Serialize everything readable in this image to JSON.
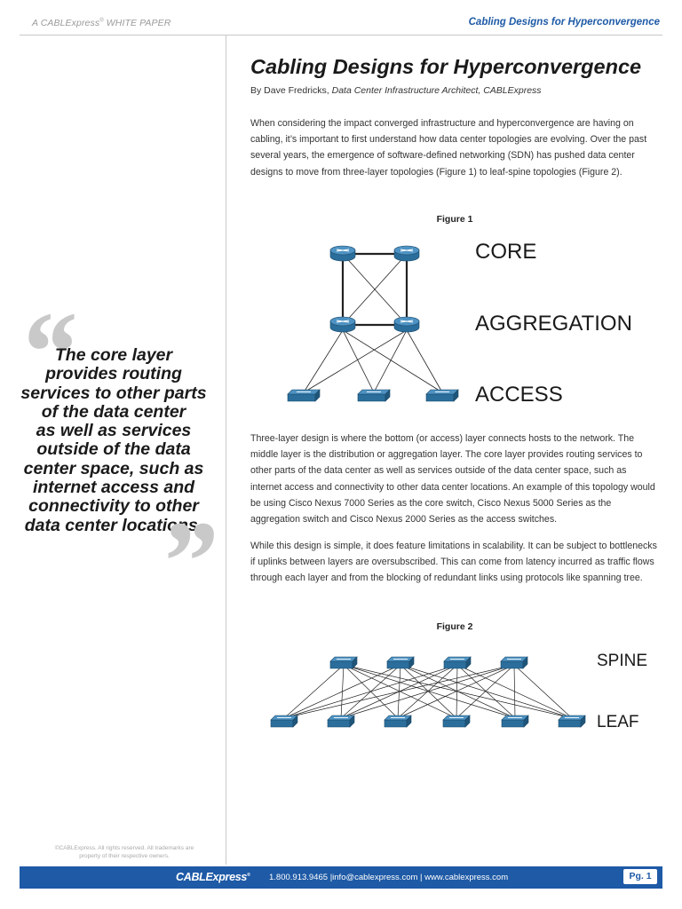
{
  "header": {
    "left_prefix": "A CABLExpress",
    "left_reg": "®",
    "left_suffix": " WHITE PAPER",
    "right": "Cabling Designs for Hyperconvergence"
  },
  "sidebar": {
    "quote_open": "“",
    "quote_close": "”",
    "pull_quote_lines": [
      "The core layer",
      "provides routing",
      "services to other parts",
      "of the data center",
      "as well as services",
      "outside of the data",
      "center space, such as",
      "internet access and",
      "connectivity to other",
      "data center locations."
    ],
    "copyright_lines": [
      "©CABLExpress. All rights reserved. All trademarks are",
      "property of their respective owners."
    ]
  },
  "article": {
    "title": "Cabling Designs for Hyperconvergence",
    "byline_prefix": "By Dave Fredricks, ",
    "byline_role": "Data Center Infrastructure Architect, CABLExpress",
    "para1": "When considering the impact converged infrastructure and hyperconvergence are having on cabling, it’s important to first understand how data center topologies are evolving. Over the past several years, the emergence of software-defined networking (SDN) has pushed data center designs to move from three-layer topologies (Figure 1) to leaf-spine topologies (Figure 2).",
    "para2": "Three-layer design is where the bottom (or access) layer connects hosts to the network. The middle layer is the distribution or aggregation layer. The core layer provides routing services to other parts of the data center as well as services outside of the data center space, such as internet access and connectivity to other data center locations. An example of this topology would be using Cisco Nexus 7000 Series as the core switch, Cisco Nexus 5000 Series as the aggregation switch and Cisco Nexus 2000 Series as the access switches.",
    "para3": "While this design is simple, it does feature limitations in scalability. It can be subject to bottlenecks if uplinks between layers are oversubscribed. This can come from latency incurred as traffic flows through each layer and from the blocking of redundant links using protocols like spanning tree."
  },
  "figure1": {
    "caption": "Figure 1",
    "labels": {
      "core": "CORE",
      "aggregation": "AGGREGATION",
      "access": "ACCESS"
    },
    "icons": {
      "router": "router-icon",
      "switch": "switch-icon"
    }
  },
  "figure2": {
    "caption": "Figure 2",
    "labels": {
      "spine": "SPINE",
      "leaf": "LEAF"
    },
    "icons": {
      "switch": "switch-icon"
    }
  },
  "footer": {
    "logo": "CABLExpress",
    "logo_mark": "®",
    "phone": "1.800.913.9465",
    "sep": "|",
    "email": "info@cablexpress.com",
    "website": "www.cablexpress.com",
    "page": "Pg. 1"
  },
  "colors": {
    "brand_blue": "#1e5aa6",
    "device_blue": "#2b6e9c",
    "device_top": "#4e93c3",
    "quote_mark_gray": "#c9c9c9"
  }
}
